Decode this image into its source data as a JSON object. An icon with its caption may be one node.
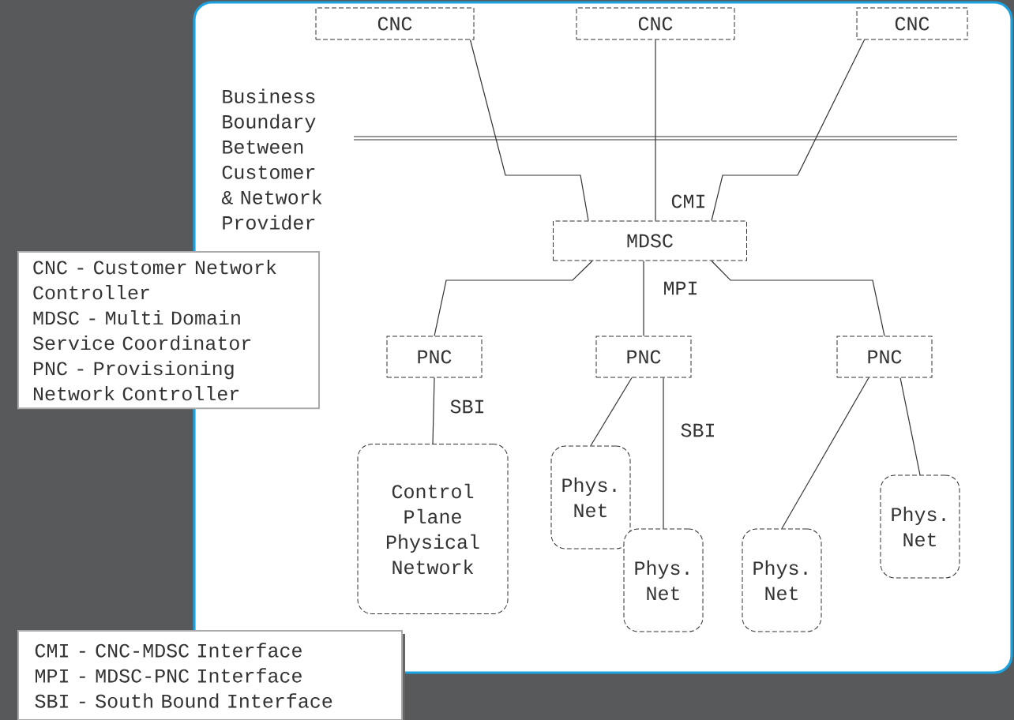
{
  "diagram": {
    "nodes": [
      {
        "text": [
          "CNC"
        ]
      },
      {
        "text": [
          "CNC"
        ]
      },
      {
        "text": [
          "CNC"
        ]
      },
      {
        "text": [
          "MDSC"
        ]
      },
      {
        "text": [
          "PNC"
        ]
      },
      {
        "text": [
          "PNC"
        ]
      },
      {
        "text": [
          "PNC"
        ]
      },
      {
        "text": [
          "Control Plane Physical Network"
        ]
      },
      {
        "text": [
          "Phys. Net"
        ]
      },
      {
        "text": [
          "Phys. Net"
        ]
      },
      {
        "text": [
          "Phys. Net"
        ]
      },
      {
        "text": [
          "Phys. Net"
        ]
      },
      {
        "text": [
          "CNC - Customer Network Controller",
          "MDSC - Multi Domain Service Coordinator",
          "PNC - Provisioning Network Controller"
        ]
      },
      {
        "text": [
          "CMI - CNC-MDSC Interface",
          "MPI - MDSC-PNC Interface",
          "SBI - South Bound Interface"
        ]
      }
    ],
    "edges": [
      {
        "from": 0,
        "to": 3,
        "arrow": "none"
      },
      {
        "from": 1,
        "to": 3,
        "arrow": "none",
        "label": "CMI"
      },
      {
        "from": 2,
        "to": 3,
        "arrow": "none"
      },
      {
        "from": 3,
        "to": 4,
        "arrow": "none"
      },
      {
        "from": 3,
        "to": 5,
        "arrow": "none",
        "label": "MPI"
      },
      {
        "from": 3,
        "to": 6,
        "arrow": "none"
      },
      {
        "from": 4,
        "to": 7,
        "arrow": "none",
        "label": "SBI"
      },
      {
        "from": 5,
        "to": 8,
        "arrow": "none"
      },
      {
        "from": 5,
        "to": 9,
        "arrow": "none",
        "label": "SBI"
      },
      {
        "from": 6,
        "to": 10,
        "arrow": "none"
      },
      {
        "from": 6,
        "to": 11,
        "arrow": "none"
      }
    ],
    "labels": [
      "Business Boundary Between Customer & Network Provider"
    ]
  }
}
